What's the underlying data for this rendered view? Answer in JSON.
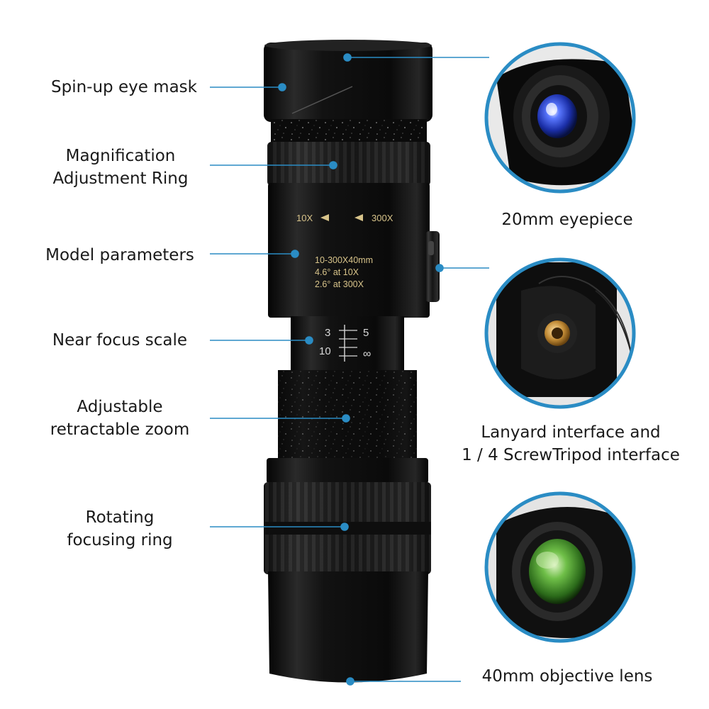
{
  "colors": {
    "leader": "#2a8cc4",
    "body": "#0d0d0d",
    "accent_gold": "#d7c38a",
    "eyepiece_lens": "#2643c8",
    "objective_lens": "#5fa83a",
    "screw_brass": "#c9923c"
  },
  "callouts_left": [
    {
      "id": "eye-mask",
      "text": "Spin-up eye mask"
    },
    {
      "id": "magnification-ring",
      "text": "Magnification\nAdjustment Ring"
    },
    {
      "id": "model-parameters",
      "text": "Model parameters"
    },
    {
      "id": "near-focus-scale",
      "text": "Near focus scale"
    },
    {
      "id": "retractable-zoom",
      "text": "Adjustable\nretractable zoom"
    },
    {
      "id": "focusing-ring",
      "text": "Rotating\nfocusing ring"
    }
  ],
  "callouts_right": [
    {
      "id": "eyepiece",
      "text": "20mm eyepiece"
    },
    {
      "id": "lanyard-tripod",
      "text": "Lanyard interface and\n1 / 4 ScrewTripod interface"
    },
    {
      "id": "objective-lens",
      "text": "40mm objective lens"
    }
  ],
  "body_markings": {
    "zoom_min": "10X",
    "zoom_max": "300X",
    "spec_line_1": "10-300X40mm",
    "spec_line_2": "4.6° at 10X",
    "spec_line_3": "2.6° at 300X",
    "focus_3": "3",
    "focus_5": "5",
    "focus_10": "10",
    "focus_inf": "∞"
  }
}
